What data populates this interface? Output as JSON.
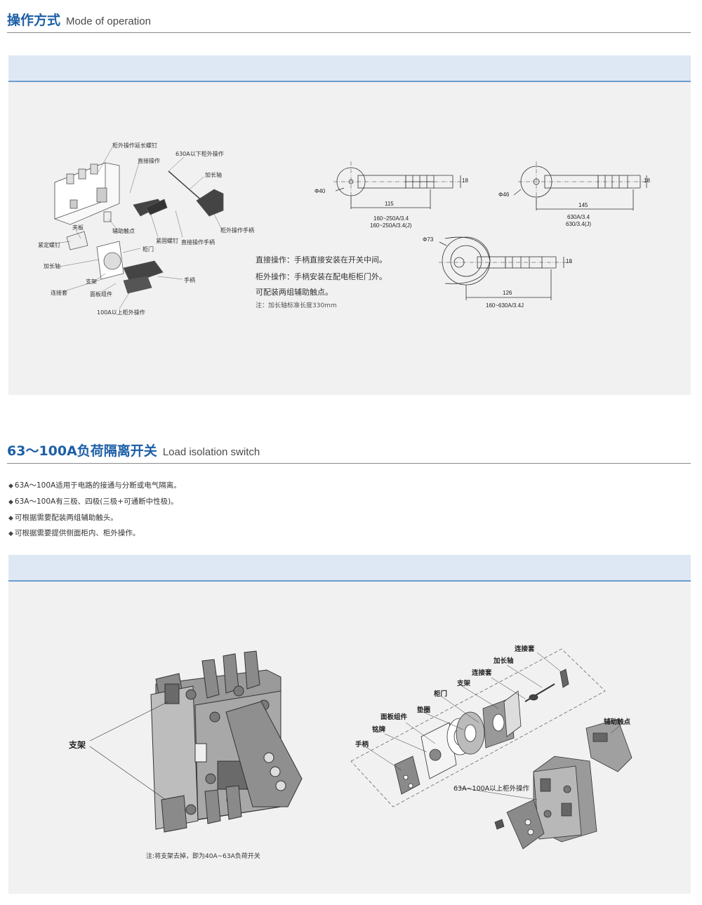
{
  "section1": {
    "title_cn": "操作方式",
    "title_en": "Mode of operation"
  },
  "diagram1_labels": {
    "ext_screw": "柜外操作延长螺钉",
    "direct_op": "直接操作",
    "below630": "630A以下柜外操作",
    "ext_shaft_top": "加长轴",
    "aux_contact": "辅助触点",
    "fix_screw": "紧固螺钉",
    "direct_handle": "直接操作手柄",
    "outer_handle": "柜外操作手柄",
    "clamp": "夹板",
    "lock_screw": "紧定螺钉",
    "door": "柜门",
    "ext_shaft": "加长轴",
    "bracket": "支架",
    "handle": "手柄",
    "coupling": "连接套",
    "panel_comp": "面板组件",
    "above100": "100A以上柜外操作"
  },
  "operation_text": {
    "line1": "直接操作：手柄直接安装在开关中间。",
    "line2": "柜外操作：手柄安装在配电柜柜门外。",
    "line3": "可配装两组辅助触点。",
    "note": "注：加长轴标准长度330mm"
  },
  "dims": {
    "d1_phi": "Φ40",
    "d1_len": "115",
    "d1_h": "18",
    "d1_model1": "160~250A/3.4",
    "d1_model2": "160~250A/3.4(J)",
    "d2_phi": "Φ46",
    "d2_len": "145",
    "d2_h": "18",
    "d2_model1": "630A/3.4",
    "d2_model2": "630/3.4(J)",
    "d3_phi": "Φ73",
    "d3_len": "126",
    "d3_h": "18",
    "d3_model": "160~630A/3.4J"
  },
  "section2": {
    "title_cn": "63～100A负荷隔离开关",
    "title_en": "Load isolation switch",
    "bullets": [
      "63A～100A适用于电路的接通与分断或电气隔离。",
      "63A～100A有三极、四极(三极+可通断中性极)。",
      "可根据需要配装两组辅助触头。",
      "可根据需要提供侧面柜内、柜外操作。"
    ],
    "bullet_mark": "◆"
  },
  "diagram2_labels": {
    "bracket": "支架",
    "note": "注:将支架去掉，即为40A~63A负荷开关",
    "coupling_top": "连接套",
    "ext_shaft": "加长轴",
    "coupling": "连接套",
    "bracket2": "支架",
    "door": "柜门",
    "gasket": "垫圈",
    "panel_comp": "面板组件",
    "nameplate": "铭牌",
    "handle": "手柄",
    "aux_contact": "辅助触点",
    "outer_op": "63A~100A以上柜外操作"
  },
  "colors": {
    "accent": "#1d5fa6",
    "panel_bg": "#f1f1f1",
    "panel_bar": "#dde8f4"
  }
}
